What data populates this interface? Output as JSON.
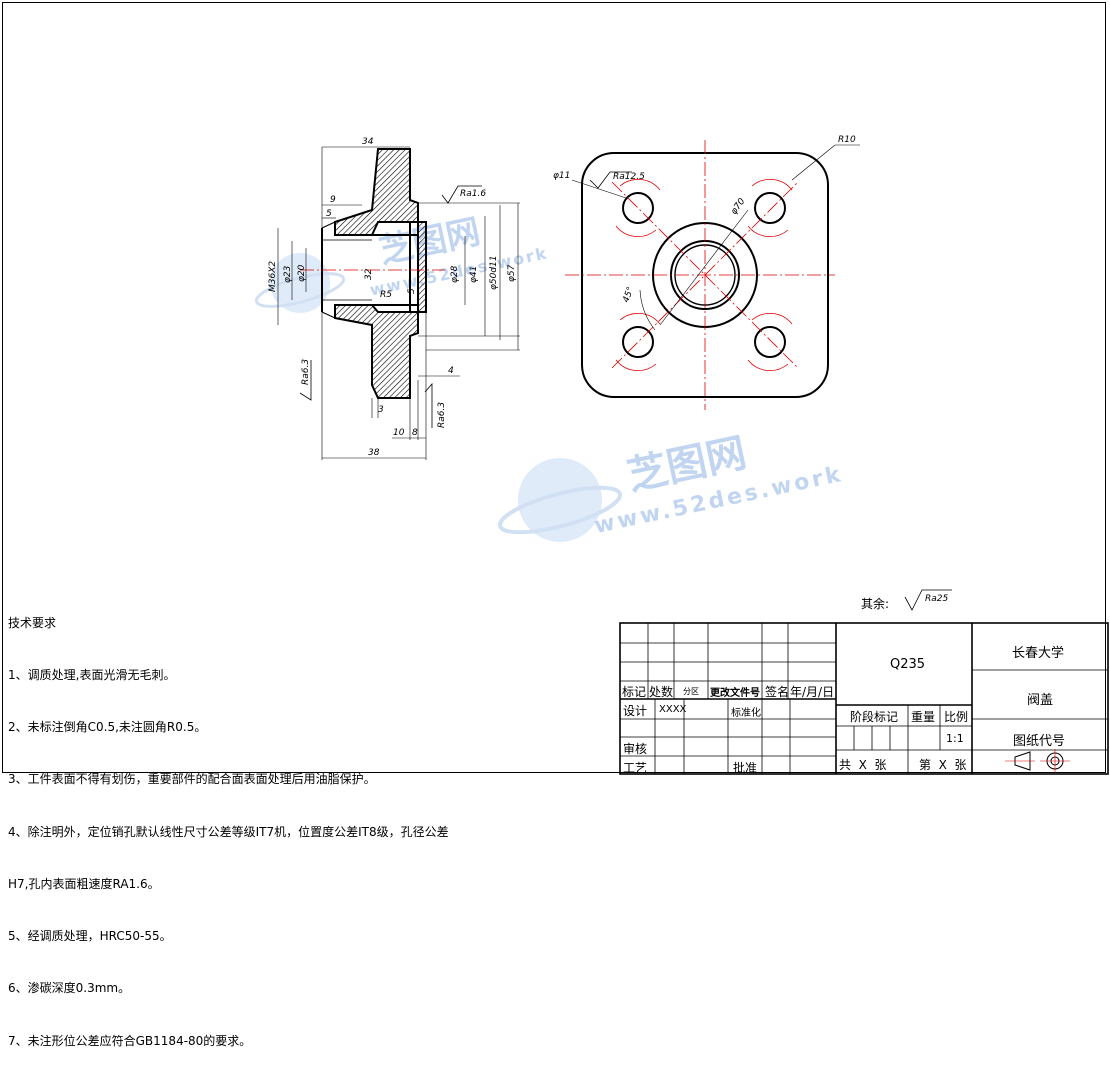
{
  "watermark": {
    "brand_cn": "芝图网",
    "url": "www.52des.work"
  },
  "views": {
    "section": {
      "dims": {
        "overall_top": "34",
        "d9": "9",
        "d5_left": "5",
        "thread": "M36X2",
        "d23": "φ23",
        "d20": "φ20",
        "d32": "32",
        "d28": "φ28",
        "d41": "φ41",
        "d50": "φ50d11",
        "d57": "φ57",
        "r5": "R5",
        "d5_inner": "5",
        "d4": "4",
        "d3": "3",
        "d10": "10",
        "d8": "8",
        "overall_bottom": "38"
      },
      "roughness": {
        "top": "Ra1.6",
        "left": "Ra6.3",
        "bottom": "Ra6.3"
      }
    },
    "plan": {
      "dims": {
        "r10": "R10",
        "d11": "φ11",
        "d70": "φ70",
        "angle": "45°"
      },
      "roughness": {
        "hole": "Ra12.5"
      }
    }
  },
  "tech_requirements": {
    "heading": "技术要求",
    "items": [
      "1、调质处理,表面光滑无毛刺。",
      "2、未标注倒角C0.5,未注圆角R0.5。",
      "3、工件表面不得有划伤，重要部件的配合面表面处理后用油脂保护。",
      "4、除注明外，定位销孔默认线性尺寸公差等级IT7机，位置度公差IT8级，孔径公差",
      "H7,孔内表面粗速度RA1.6。",
      "5、经调质处理，HRC50-55。",
      "6、渗碳深度0.3mm。",
      "7、未注形位公差应符合GB1184-80的要求。"
    ]
  },
  "misc_roughness": {
    "label": "其余:",
    "value": "Ra25"
  },
  "title_block": {
    "material": "Q235",
    "school": "长春大学",
    "part_name": "阀盖",
    "drawing_no_label": "图纸代号",
    "scale_value": "1:1",
    "stage_label": "阶段标记",
    "weight_label": "重量",
    "scale_label": "比例",
    "sheets_total": "共  X  张",
    "sheet_no": "第  X  张",
    "mark": "标记",
    "count": "处数",
    "zone": "分区",
    "change_doc": "更改文件号",
    "sign": "签名",
    "date": "年/月/日",
    "design": "设计",
    "designer": "XXXX",
    "standardize": "标准化",
    "review": "审核",
    "process": "工艺",
    "approve": "批准"
  }
}
